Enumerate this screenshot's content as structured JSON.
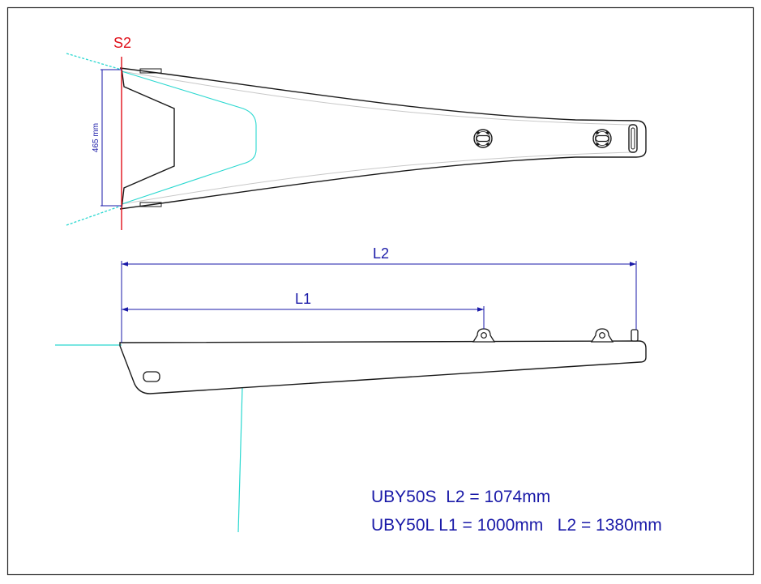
{
  "section_label": "S2",
  "dimensions": {
    "width_label": "465 mm",
    "l1_label": "L1",
    "l2_label": "L2"
  },
  "notes": {
    "line1": "UBY50S  L2 = 1074mm",
    "line2": "UBY50L L1 = 1000mm   L2 = 1380mm"
  },
  "colors": {
    "outline": "#1a1a1a",
    "section": "#e0101a",
    "dimension": "#1a1aa8",
    "guide": "#2ad8d0",
    "hidden": "#c8c8c8",
    "frame": "#222222"
  }
}
